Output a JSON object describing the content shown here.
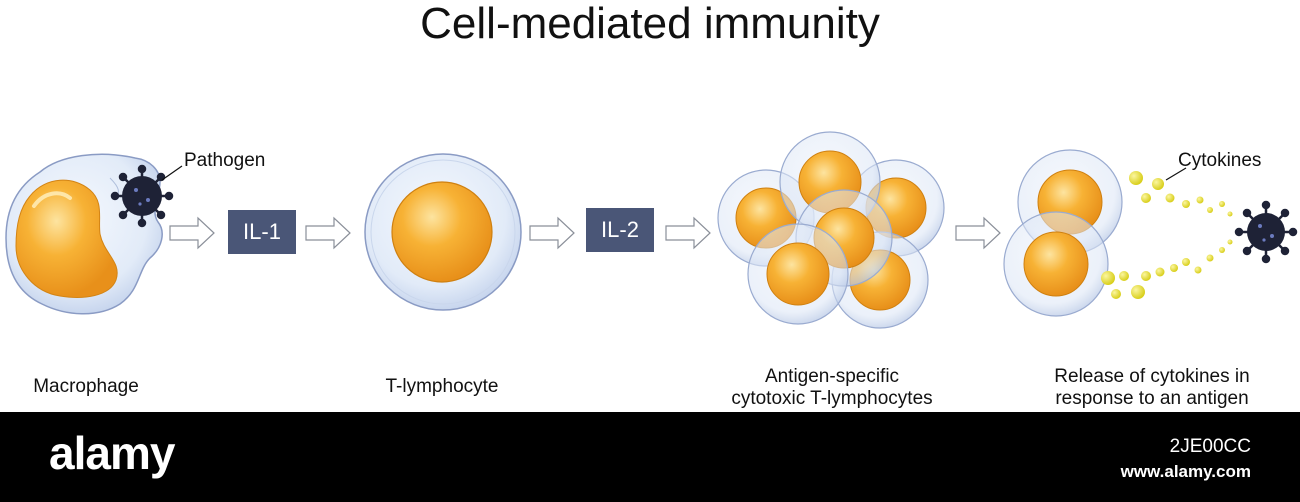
{
  "title": "Cell-mediated immunity",
  "callouts": {
    "pathogen": "Pathogen",
    "cytokines": "Cytokines"
  },
  "interleukins": [
    {
      "label": "IL-1"
    },
    {
      "label": "IL-2"
    }
  ],
  "stages": [
    {
      "label": "Macrophage"
    },
    {
      "label": "T-lymphocyte"
    },
    {
      "label_line1": "Antigen-specific",
      "label_line2": "cytotoxic T-lymphocytes"
    },
    {
      "label_line1": "Release of cytokines in",
      "label_line2": "response to an antigen"
    }
  ],
  "footer": {
    "brand": "alamy",
    "image_id": "2JE00CC",
    "url": "www.alamy.com"
  },
  "colors": {
    "membrane": "#dfe8f7",
    "membrane_edge": "#8a9bc4",
    "nucleus": "#f5a524",
    "nucleus_light": "#fcd170",
    "il_box": "#4a5677",
    "virus": "#1e2236",
    "cytokine": "#e9e135"
  }
}
